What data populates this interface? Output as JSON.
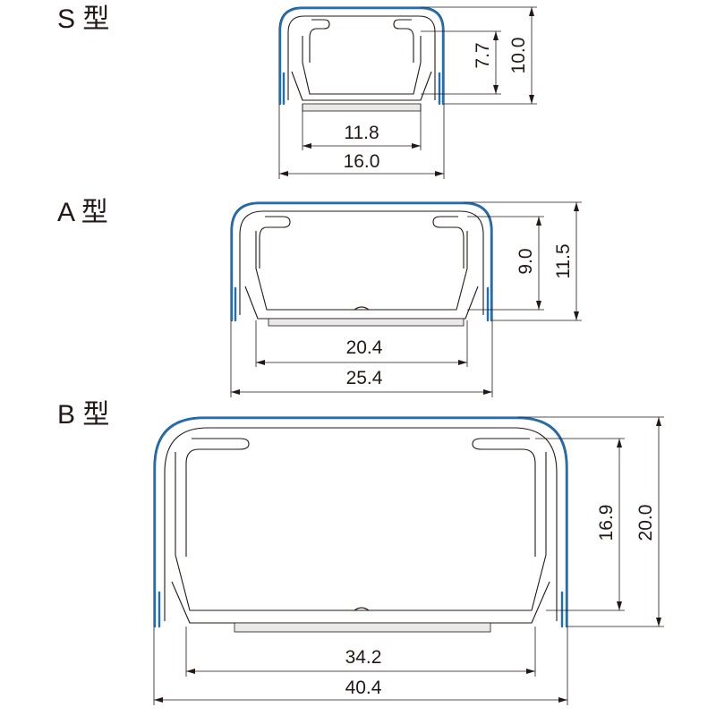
{
  "profiles": [
    {
      "title": "S 型",
      "dims": {
        "inner_width": "11.8",
        "outer_width": "16.0",
        "inner_height": "7.7",
        "outer_height": "10.0"
      }
    },
    {
      "title": "A 型",
      "dims": {
        "inner_width": "20.4",
        "outer_width": "25.4",
        "inner_height": "9.0",
        "outer_height": "11.5"
      }
    },
    {
      "title": "B 型",
      "dims": {
        "inner_width": "34.2",
        "outer_width": "40.4",
        "inner_height": "16.9",
        "outer_height": "20.0"
      }
    }
  ],
  "colors": {
    "line": "#231815",
    "edge_highlight": "#1f6fb5",
    "base_fill": "#e9e9e9"
  }
}
